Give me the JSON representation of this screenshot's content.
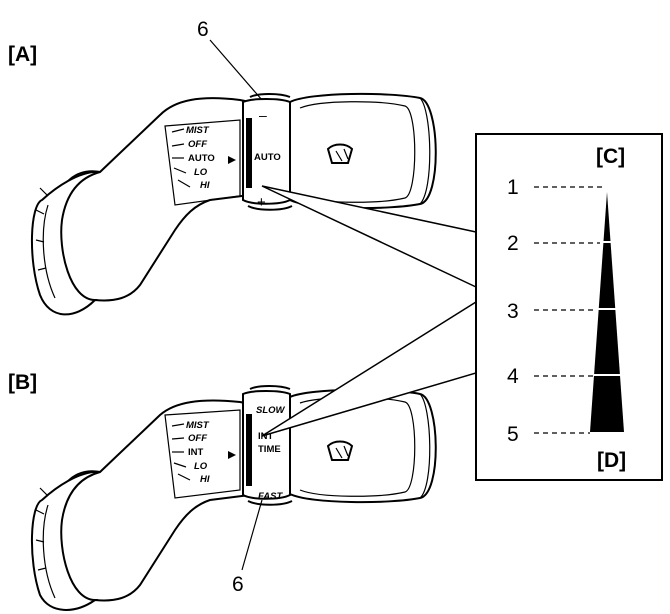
{
  "callouts": {
    "view_a": "[A]",
    "view_b": "[B]",
    "view_c": "[C]",
    "view_d": "[D]",
    "ring_top": "6",
    "ring_bottom": "6"
  },
  "lever_a": {
    "positions": [
      "MIST",
      "OFF",
      "AUTO",
      "LO",
      "HI"
    ],
    "ring_minus": "–",
    "ring_plus": "+",
    "ring_mode": "AUTO",
    "wiper_icon": "wiper-icon"
  },
  "lever_b": {
    "positions": [
      "MIST",
      "OFF",
      "INT",
      "LO",
      "HI"
    ],
    "ring_slow": "SLOW",
    "ring_fast": "FAST",
    "ring_mode_1": "INT",
    "ring_mode_2": "TIME",
    "wiper_icon": "wiper-icon"
  },
  "detail_scale": {
    "steps": [
      "1",
      "2",
      "3",
      "4",
      "5"
    ]
  }
}
